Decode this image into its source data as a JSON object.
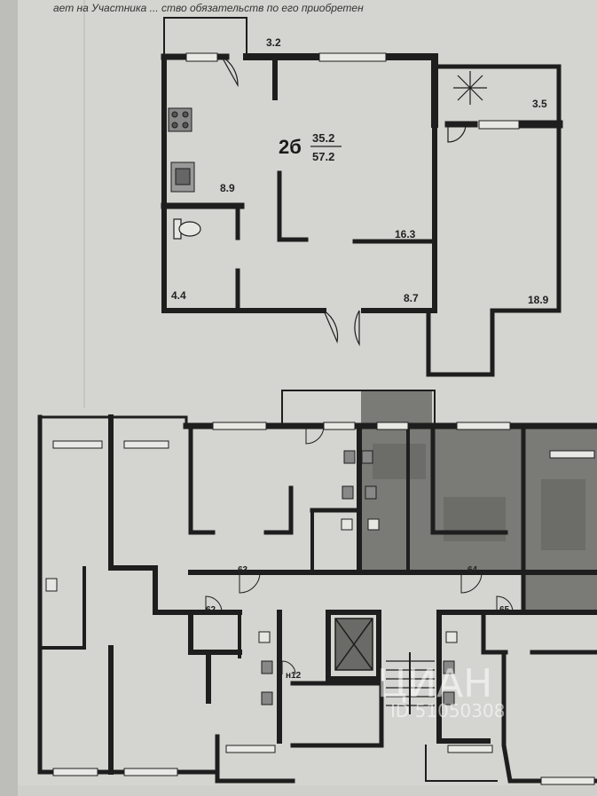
{
  "header": {
    "caption": "ает на Участника ... ство обязательств по его приобретен"
  },
  "apartment": {
    "code": "2б",
    "living_area": "35.2",
    "total_area": "57.2"
  },
  "rooms": {
    "balcony_left": "3.2",
    "balcony_right": "3.5",
    "kitchen": "8.9",
    "living": "16.3",
    "bathroom": "4.4",
    "hall": "8.7",
    "bedroom": "18.9"
  },
  "floor_marks": {
    "m63": "63",
    "m64": "64",
    "m62": "62",
    "m65": "65",
    "m12": "н12"
  },
  "watermark": {
    "brand": "ЦИАН",
    "id": "ID 51050308"
  },
  "colors": {
    "wall": "#1e1e1e",
    "paper": "#d6d6d2",
    "highlight": "#7a7a76",
    "page_bg": "#c9c9c5"
  }
}
